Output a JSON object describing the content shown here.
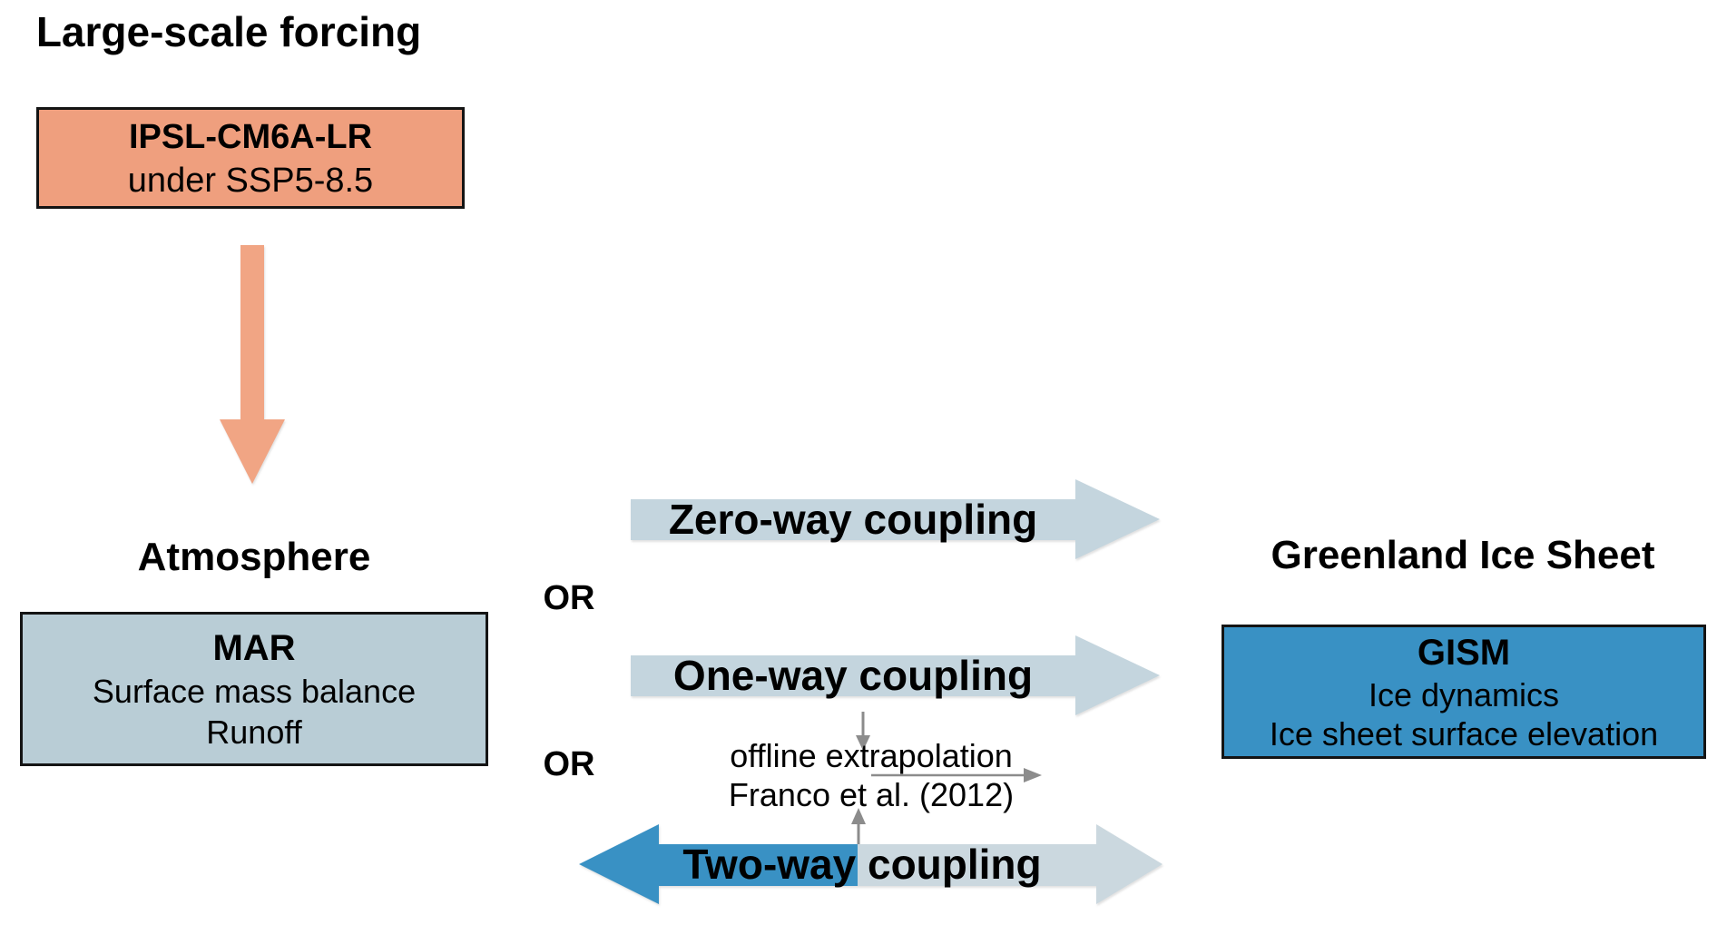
{
  "headings": {
    "forcing": "Large-scale forcing",
    "atmosphere": "Atmosphere",
    "ice_sheet": "Greenland Ice Sheet"
  },
  "forcing_box": {
    "title": "IPSL-CM6A-LR",
    "subtitle": "under SSP5-8.5"
  },
  "atmosphere_box": {
    "title": "MAR",
    "line2": "Surface mass balance",
    "line3": "Runoff"
  },
  "ice_sheet_box": {
    "title": "GISM",
    "line2": "Ice dynamics",
    "line3": "Ice sheet surface elevation"
  },
  "couplings": {
    "zero_way_label": "Zero-way coupling",
    "one_way_label": "One-way coupling",
    "two_way_label": "Two-way coupling",
    "or_top": "OR",
    "or_bottom": "OR",
    "offline_line1": "offline extrapolation",
    "offline_line2": "Franco et al. (2012)"
  },
  "colors": {
    "forcing_box_fill": "#EF9F7E",
    "forcing_arrow_fill": "#F1A584",
    "atmosphere_box_fill": "#B9CDD6",
    "coupling_arrow_fill": "#C4D5DE",
    "two_way_right_fill": "#CBD8DF",
    "ice_box_fill": "#3991C4",
    "two_way_left_fill": "#3991C4",
    "gray_arrow": "#8C8C8C",
    "box_border": "#141414",
    "text": "#000000",
    "background": "#FFFFFF"
  }
}
